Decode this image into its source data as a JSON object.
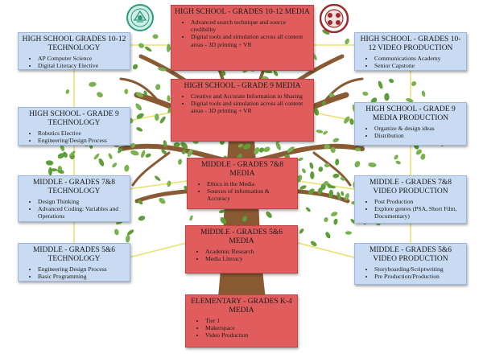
{
  "colors": {
    "media_box": "#e15d5d",
    "side_box": "#c9dbf2",
    "trunk": "#8a5a32",
    "leaf": "#5f9e3a",
    "connector": "#e8e06a"
  },
  "logos": {
    "left": "green-school-seal-icon",
    "right": "red-school-seal-icon"
  },
  "boxes": {
    "hs1012_media": {
      "title": "HIGH SCHOOL - GRADES 10-12 MEDIA",
      "items": [
        "Advanced search technique and source credibility",
        "Digital tools and simulation across all content areas - 3D printing + VR"
      ]
    },
    "hs9_media": {
      "title": "HIGH SCHOOL - GRADE 9 MEDIA",
      "items": [
        "Creative and Accurate Information to Sharing",
        "Digital tools and simulation across all content areas - 3D printing + VR"
      ]
    },
    "ms78_media": {
      "title": "MIDDLE - GRADES 7&8 MEDIA",
      "items": [
        "Ethics in the Media",
        "Sources of information & Accuracy"
      ]
    },
    "ms56_media": {
      "title": "MIDDLE - GRADES 5&6 MEDIA",
      "items": [
        "Academic Research",
        "Media Literacy"
      ]
    },
    "elem_media": {
      "title": "ELEMENTARY - GRADES K-4 MEDIA",
      "items": [
        "Tier 1",
        "Makerspace",
        "Video Production"
      ]
    },
    "hs1012_tech": {
      "title": "HIGH SCHOOL GRADES 10-12 TECHNOLOGY",
      "items": [
        "AP Computer Science",
        "Digital Literacy Elective"
      ]
    },
    "hs9_tech": {
      "title": "HIGH SCHOOL - GRADE 9 TECHNOLOGY",
      "items": [
        "Robotics Elective",
        "Engineering/Design Process"
      ]
    },
    "ms78_tech": {
      "title": "MIDDLE - GRADES 7&8 TECHNOLOGY",
      "items": [
        "Design Thinking",
        "Advanced Coding: Variables and Operations"
      ]
    },
    "ms56_tech": {
      "title": "MIDDLE - GRADES 5&6 TECHNOLOGY",
      "items": [
        "Engineering Design Process",
        "Basic Programming"
      ]
    },
    "hs1012_video": {
      "title": "HIGH SCHOOL - GRADES 10-12 VIDEO PRODUCTION",
      "items": [
        "Communications Academy",
        "Senior Capstone"
      ]
    },
    "hs9_mediaprod": {
      "title": "HIGH SCHOOL - GRADE 9 MEDIA PRODUCTION",
      "items": [
        "Organize & design ideas",
        "Distribution"
      ]
    },
    "ms78_video": {
      "title": "MIDDLE - GRADES 7&8 VIDEO PRODUCTION",
      "items": [
        "Post Production",
        "Explore genres (PSA, Short Film, Documentary)"
      ]
    },
    "ms56_video": {
      "title": "MIDDLE - GRADES 5&6 VIDEO PRODUCTION",
      "items": [
        "Storyboarding/Scriptwriting",
        "Pre Production/Production"
      ]
    }
  }
}
